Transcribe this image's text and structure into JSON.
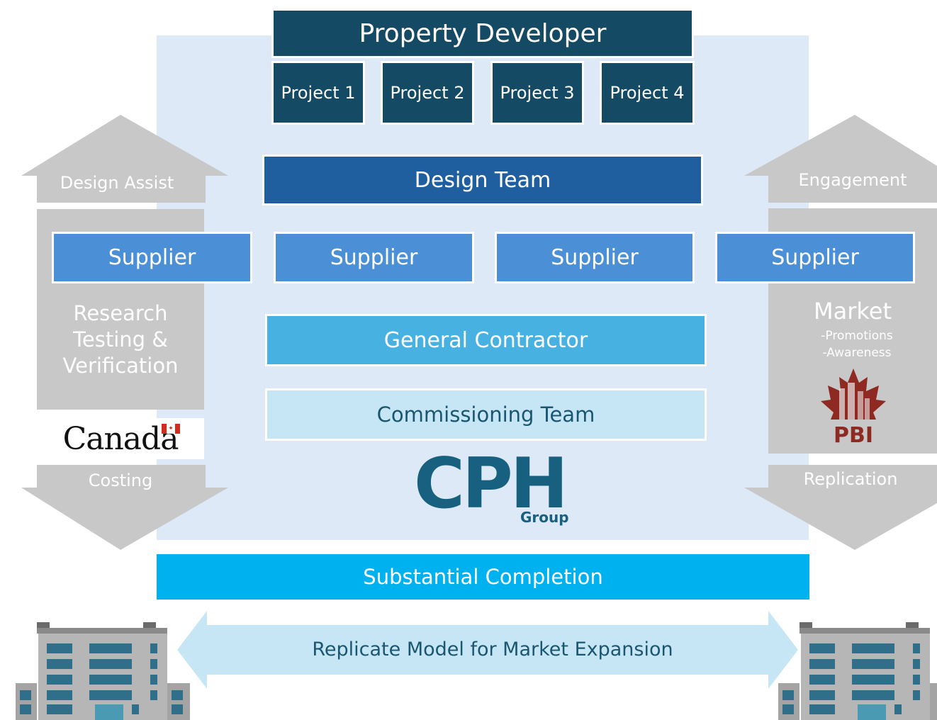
{
  "header": {
    "title": "Property Developer"
  },
  "projects": [
    "Project 1",
    "Project 2",
    "Project 3",
    "Project 4"
  ],
  "design_team": "Design Team",
  "suppliers": [
    "Supplier",
    "Supplier",
    "Supplier",
    "Supplier"
  ],
  "general_contractor": "General Contractor",
  "commissioning_team": "Commissioning Team",
  "cph_logo": {
    "main": "CPH",
    "sub": "Group"
  },
  "left": {
    "up_arrow": "Design Assist",
    "research_lines": [
      "Research",
      "Testing &",
      "Verification"
    ],
    "canada_logo": "Canada",
    "down_arrow": "Costing"
  },
  "right": {
    "up_arrow": "Engagement",
    "market_title": "Market",
    "market_items": [
      "-Promotions",
      "-Awareness"
    ],
    "pbi_logo": "PBI",
    "down_arrow": "Replication"
  },
  "substantial_completion": "Substantial Completion",
  "replicate": "Replicate Model for Market Expansion",
  "colors": {
    "dark_navy": "#144a63",
    "design_blue": "#1f5fa0",
    "supplier_blue": "#4b90d6",
    "contractor_blue": "#47b1e2",
    "commissioning_light": "#c6e6f6",
    "completion_cyan": "#00b1ef",
    "panel_bg": "#dde9f7",
    "side_grey": "#c8c8c8"
  }
}
